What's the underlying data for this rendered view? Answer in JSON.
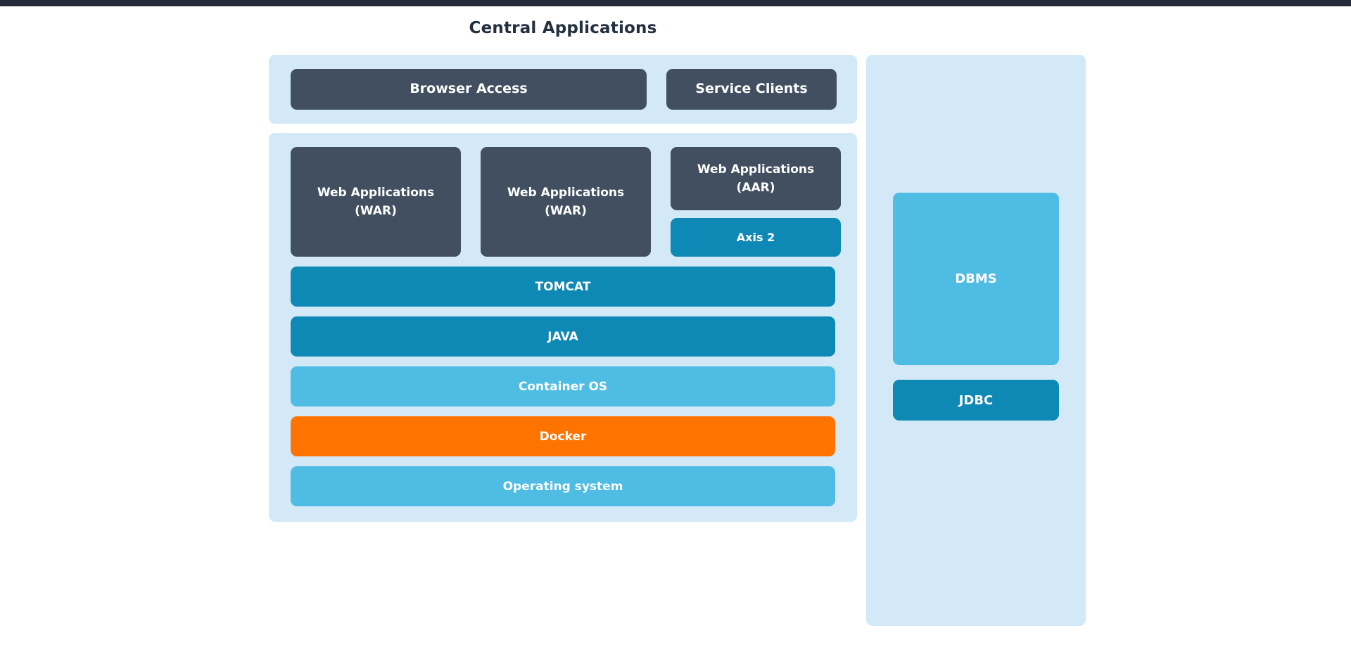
{
  "page": {
    "title": "Central Applications",
    "topbar_color": "#232b39",
    "background": "#ffffff"
  },
  "colors": {
    "panel_background": "#d3e9f8",
    "dark_box": "#414f60",
    "teal": "#0e88b4",
    "sky_blue": "#4fbce4",
    "orange": "#ff7300",
    "title_text": "#22303f",
    "box_text": "#ffffff"
  },
  "diagram": {
    "clients_panel": {
      "boxes": [
        {
          "label": "Browser Access",
          "color": "#414f60"
        },
        {
          "label": "Service Clients",
          "color": "#414f60"
        }
      ]
    },
    "platform_panel": {
      "apps_row": [
        {
          "label": "Web Applications\n(WAR)",
          "line1": "Web Applications",
          "line2": "(WAR)",
          "color": "#414f60"
        },
        {
          "label": "Web Applications\n(WAR)",
          "line1": "Web Applications",
          "line2": "(WAR)",
          "color": "#414f60"
        }
      ],
      "aar_stack": {
        "app_box": {
          "line1": "Web Applications",
          "line2": "(AAR)",
          "color": "#414f60"
        },
        "engine_bar": {
          "label": "Axis 2",
          "color": "#0e88b4"
        }
      },
      "stack_bars": [
        {
          "label": "TOMCAT",
          "color": "#0e88b4"
        },
        {
          "label": "JAVA",
          "color": "#0e88b4"
        },
        {
          "label": "Container OS",
          "color": "#4fbce4"
        },
        {
          "label": "Docker",
          "color": "#ff7300"
        },
        {
          "label": "Operating system",
          "color": "#4fbce4"
        }
      ]
    },
    "database_panel": {
      "dbms": {
        "label": "DBMS",
        "color": "#4fbce4"
      },
      "jdbc": {
        "label": "JDBC",
        "color": "#0e88b4"
      }
    }
  }
}
